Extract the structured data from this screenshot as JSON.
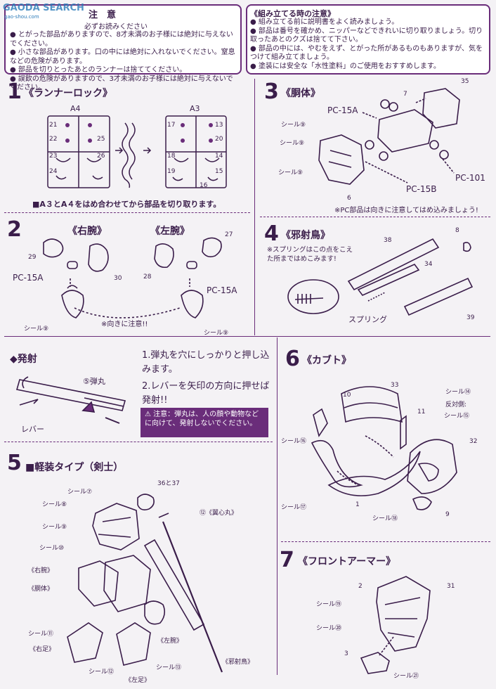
{
  "watermark": {
    "logo": "GAODA SEARCH",
    "sub": "gao-shou.com"
  },
  "caution": {
    "header": "注　意",
    "subheader": "必ずお読みください",
    "items": [
      "とがった部品がありますので、8才未満のお子様には絶対に与えないでください。",
      "小さな部品があります。口の中には絶対に入れないでください。窒息などの危険があります。",
      "部品を切りとったあとのランナーは捨ててください。",
      "誤飲の危険がありますので、3才未満のお子様には絶対に与えないでください。"
    ]
  },
  "assembly_notes": {
    "header": "《組み立てる時の注意》",
    "items": [
      "組み立てる前に説明書をよく読みましょう。",
      "部品は番号を確かめ、ニッパーなどできれいに切り取りましょう。切り取ったあとのクズは捨てて下さい。",
      "部品の中には、やむをえず、とがった所があるものもありますが、気をつけて組み立てましょう。",
      "塗装には安全な「水性塗料」のご使用をおすすめします。"
    ]
  },
  "step1": {
    "number": "1",
    "title": "《ランナーロック》",
    "runner_a4": "A4",
    "runner_a3": "A3",
    "caption": "■A３とA４をはめ合わせてから部品を切り取ります。",
    "parts": [
      "21",
      "22",
      "23",
      "24",
      "25",
      "26",
      "17",
      "18",
      "19",
      "20",
      "13",
      "14",
      "15",
      "16"
    ]
  },
  "step2": {
    "number": "2",
    "right_arm": "《右腕》",
    "left_arm": "《左腕》",
    "pc_left": "PC-15A",
    "pc_right": "PC-15A",
    "seal_left": "シール⑨",
    "seal_right": "シール⑨",
    "note": "※向きに注意!!",
    "parts": [
      "29",
      "30",
      "28",
      "27"
    ]
  },
  "step3": {
    "number": "3",
    "title": "《胴体》",
    "pc15a": "PC-15A",
    "pc15b": "PC-15B",
    "pc101": "PC-101",
    "seal1": "シール⑨",
    "seal2": "シール⑨",
    "seal3": "シール⑨",
    "note": "※PC部品は向きに注意してはめ込みましょう!",
    "parts": [
      "7",
      "35",
      "6"
    ]
  },
  "step4": {
    "number": "4",
    "title": "《邪射鳥》",
    "spring_note": "※スプリングはこの点をこえた所まではめこみます!",
    "spring_label": "スプリング",
    "parts": [
      "8",
      "38",
      "34",
      "39"
    ]
  },
  "fire": {
    "title": "◆発射",
    "bullet": "⑤弾丸",
    "lever": "レバー",
    "steps": [
      "1.弾丸を穴にしっかりと押し込みます。",
      "2.レバーを矢印の方向に押せば発射!!"
    ],
    "warning": "注意：弾丸は、人の顔や動物などに向けて、発射しないでください。"
  },
  "step5": {
    "number": "5",
    "title": "■軽装タイプ（剣士）",
    "part_label": "36と37",
    "sword": "⑫《翼心丸》",
    "labels": [
      "シール⑦",
      "シール⑧",
      "シール⑨",
      "シール⑩",
      "《右腕》",
      "《胴体》",
      "シール⑪",
      "《右足》",
      "シール⑫",
      "《左足》",
      "シール⑬",
      "《左腕》",
      "《邪射鳥》"
    ]
  },
  "step6": {
    "number": "6",
    "title": "《カブト》",
    "seal_opp_1": "シール⑭",
    "seal_opp_note": "反対側:",
    "seal_opp_2": "シール⑮",
    "seal_a": "シール⑯",
    "seal_b": "シール⑰",
    "seal_c": "シール⑱",
    "parts": [
      "10",
      "33",
      "11",
      "32",
      "1",
      "9"
    ]
  },
  "step7": {
    "number": "7",
    "title": "《フロントアーマー》",
    "seal1": "シール⑲",
    "seal2": "シール⑳",
    "seal3": "シール㉑",
    "parts": [
      "2",
      "31",
      "3"
    ]
  }
}
